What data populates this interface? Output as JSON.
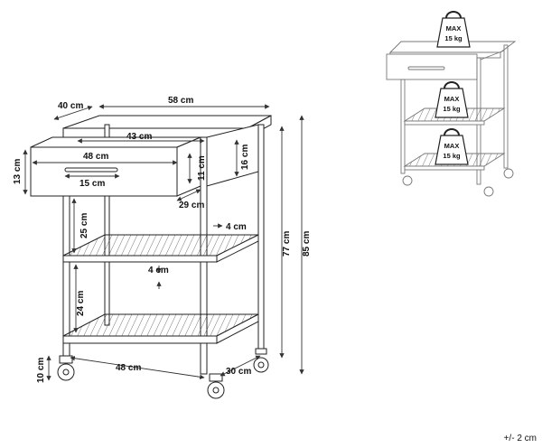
{
  "dimensions": {
    "depth": "40 cm",
    "width": "58 cm",
    "drawer_inner_width": "43 cm",
    "drawer_width": "48 cm",
    "drawer_height": "13 cm",
    "drawer_depth": "29 cm",
    "drawer_side_height": "11 cm",
    "top_height": "16 cm",
    "handle_width": "15 cm",
    "upper_gap": "25 cm",
    "shelf_rail": "4 cm",
    "shelf_thickness": "4 cm",
    "lower_gap": "24 cm",
    "total_height_no_wheels": "77 cm",
    "total_height": "85 cm",
    "wheel_height": "10 cm",
    "bottom_width": "48 cm",
    "bottom_depth": "30 cm"
  },
  "load_labels": [
    {
      "max": "MAX",
      "weight": "15 kg"
    },
    {
      "max": "MAX",
      "weight": "15 kg"
    },
    {
      "max": "MAX",
      "weight": "15 kg"
    }
  ],
  "tolerance": "+/- 2 cm",
  "colors": {
    "line": "#222222",
    "arrow": "#333333"
  }
}
